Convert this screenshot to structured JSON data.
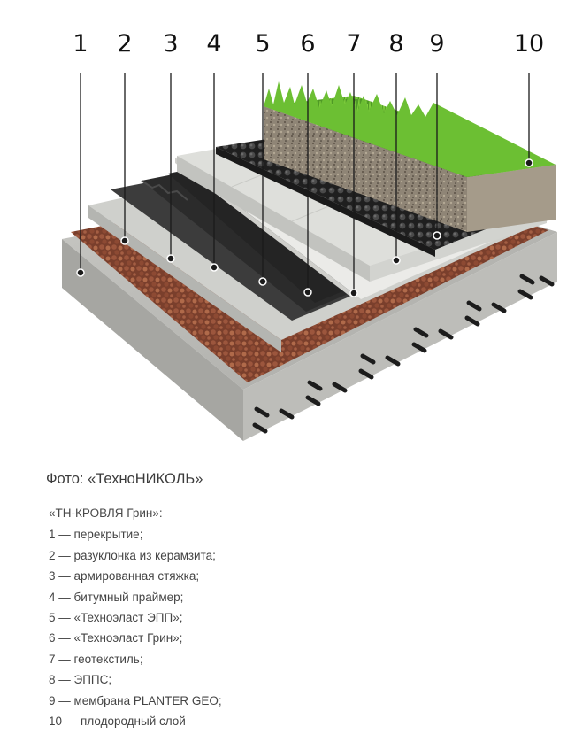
{
  "diagram": {
    "layer_numbers": [
      "1",
      "2",
      "3",
      "4",
      "5",
      "6",
      "7",
      "8",
      "9",
      "10"
    ],
    "colors": {
      "concrete": "#b9b9b6",
      "clay": "#8a4a35",
      "screed": "#cfd0cc",
      "membrane": "#2b2b2b",
      "geotextile": "#e9e9e6",
      "xps": "#dcdcd8",
      "drain": "#333333",
      "soil": "#8a7f72",
      "grass": "#5fae2e"
    }
  },
  "caption": "Фото: «ТехноНИКОЛЬ»",
  "legend": {
    "title": "«ТН-КРОВЛЯ Грин»:",
    "items": [
      "1 — перекрытие;",
      "2 — разуклонка из керамзита;",
      "3 — армированная стяжка;",
      "4 — битумный праймер;",
      "5 — «Техноэласт ЭПП»;",
      "6 — «Техноэласт Грин»;",
      "7 — геотекстиль;",
      "8 — ЭППС;",
      "9 — мембрана PLANTER GEO;",
      "10 — плодородный слой"
    ]
  }
}
